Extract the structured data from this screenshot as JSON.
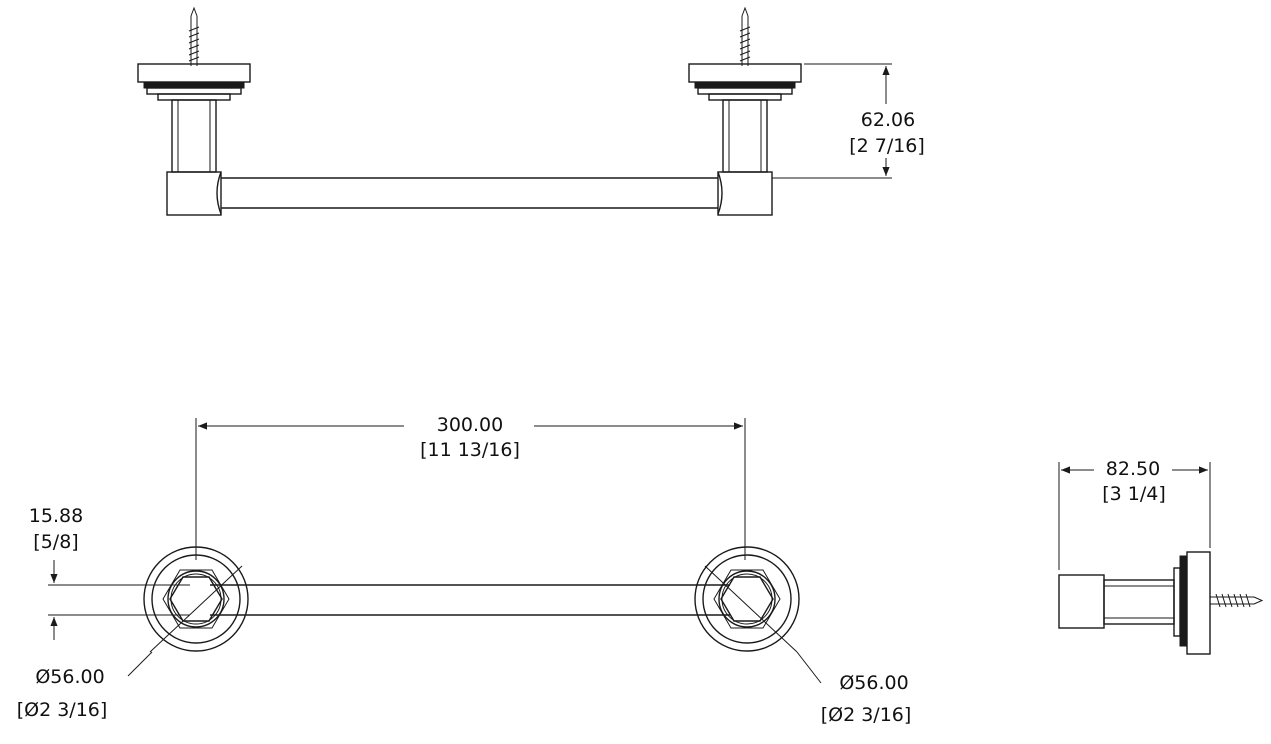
{
  "dimensions": {
    "projection": {
      "mm": "62.06",
      "inch": "[2 7/16]"
    },
    "center_to_center": {
      "mm": "300.00",
      "inch": "[11 13/16]"
    },
    "bar_diameter": {
      "mm": "15.88",
      "inch": "[5/8]"
    },
    "flange_left": {
      "mm": "Ø56.00",
      "inch": "[Ø2 3/16]"
    },
    "flange_right": {
      "mm": "Ø56.00",
      "inch": "[Ø2 3/16]"
    },
    "side_depth": {
      "mm": "82.50",
      "inch": "[3 1/4]"
    }
  }
}
